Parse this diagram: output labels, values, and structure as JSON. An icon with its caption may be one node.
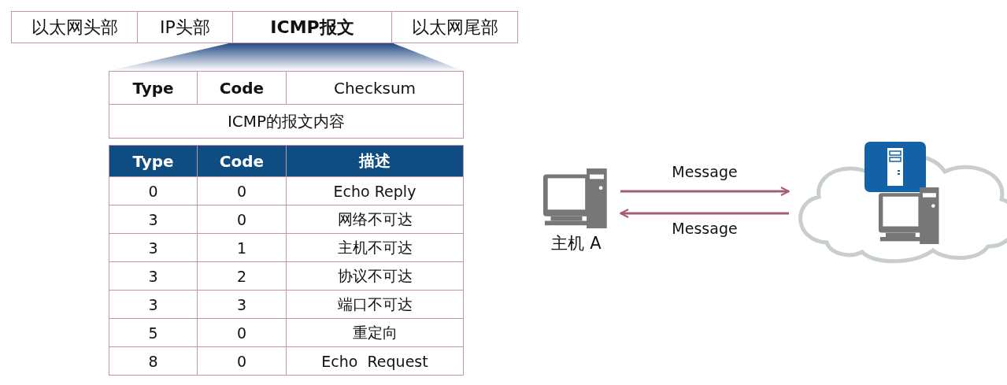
{
  "diagram": {
    "nodes": [
      {
        "text": [
          "主机 A"
        ]
      },
      {
        "text": [],
        "shape": "cloud"
      }
    ],
    "edges": [
      {
        "from": 0,
        "to": 1,
        "arrow": "to",
        "label": "Message"
      },
      {
        "from": 1,
        "to": 0,
        "arrow": "to",
        "label": "Message"
      }
    ],
    "labels": [
      "以太网头部",
      "IP头部",
      "ICMP报文",
      "以太网尾部",
      "Type",
      "Code",
      "Checksum",
      "ICMP的报文内容",
      "Type",
      "Code",
      "描述",
      "0",
      "0",
      "Echo Reply",
      "3",
      "0",
      "网络不可达",
      "3",
      "1",
      "主机不可达",
      "3",
      "2",
      "协议不可达",
      "3",
      "3",
      "端口不可达",
      "5",
      "0",
      "重定向",
      "8",
      "0",
      "Echo  Request"
    ]
  }
}
